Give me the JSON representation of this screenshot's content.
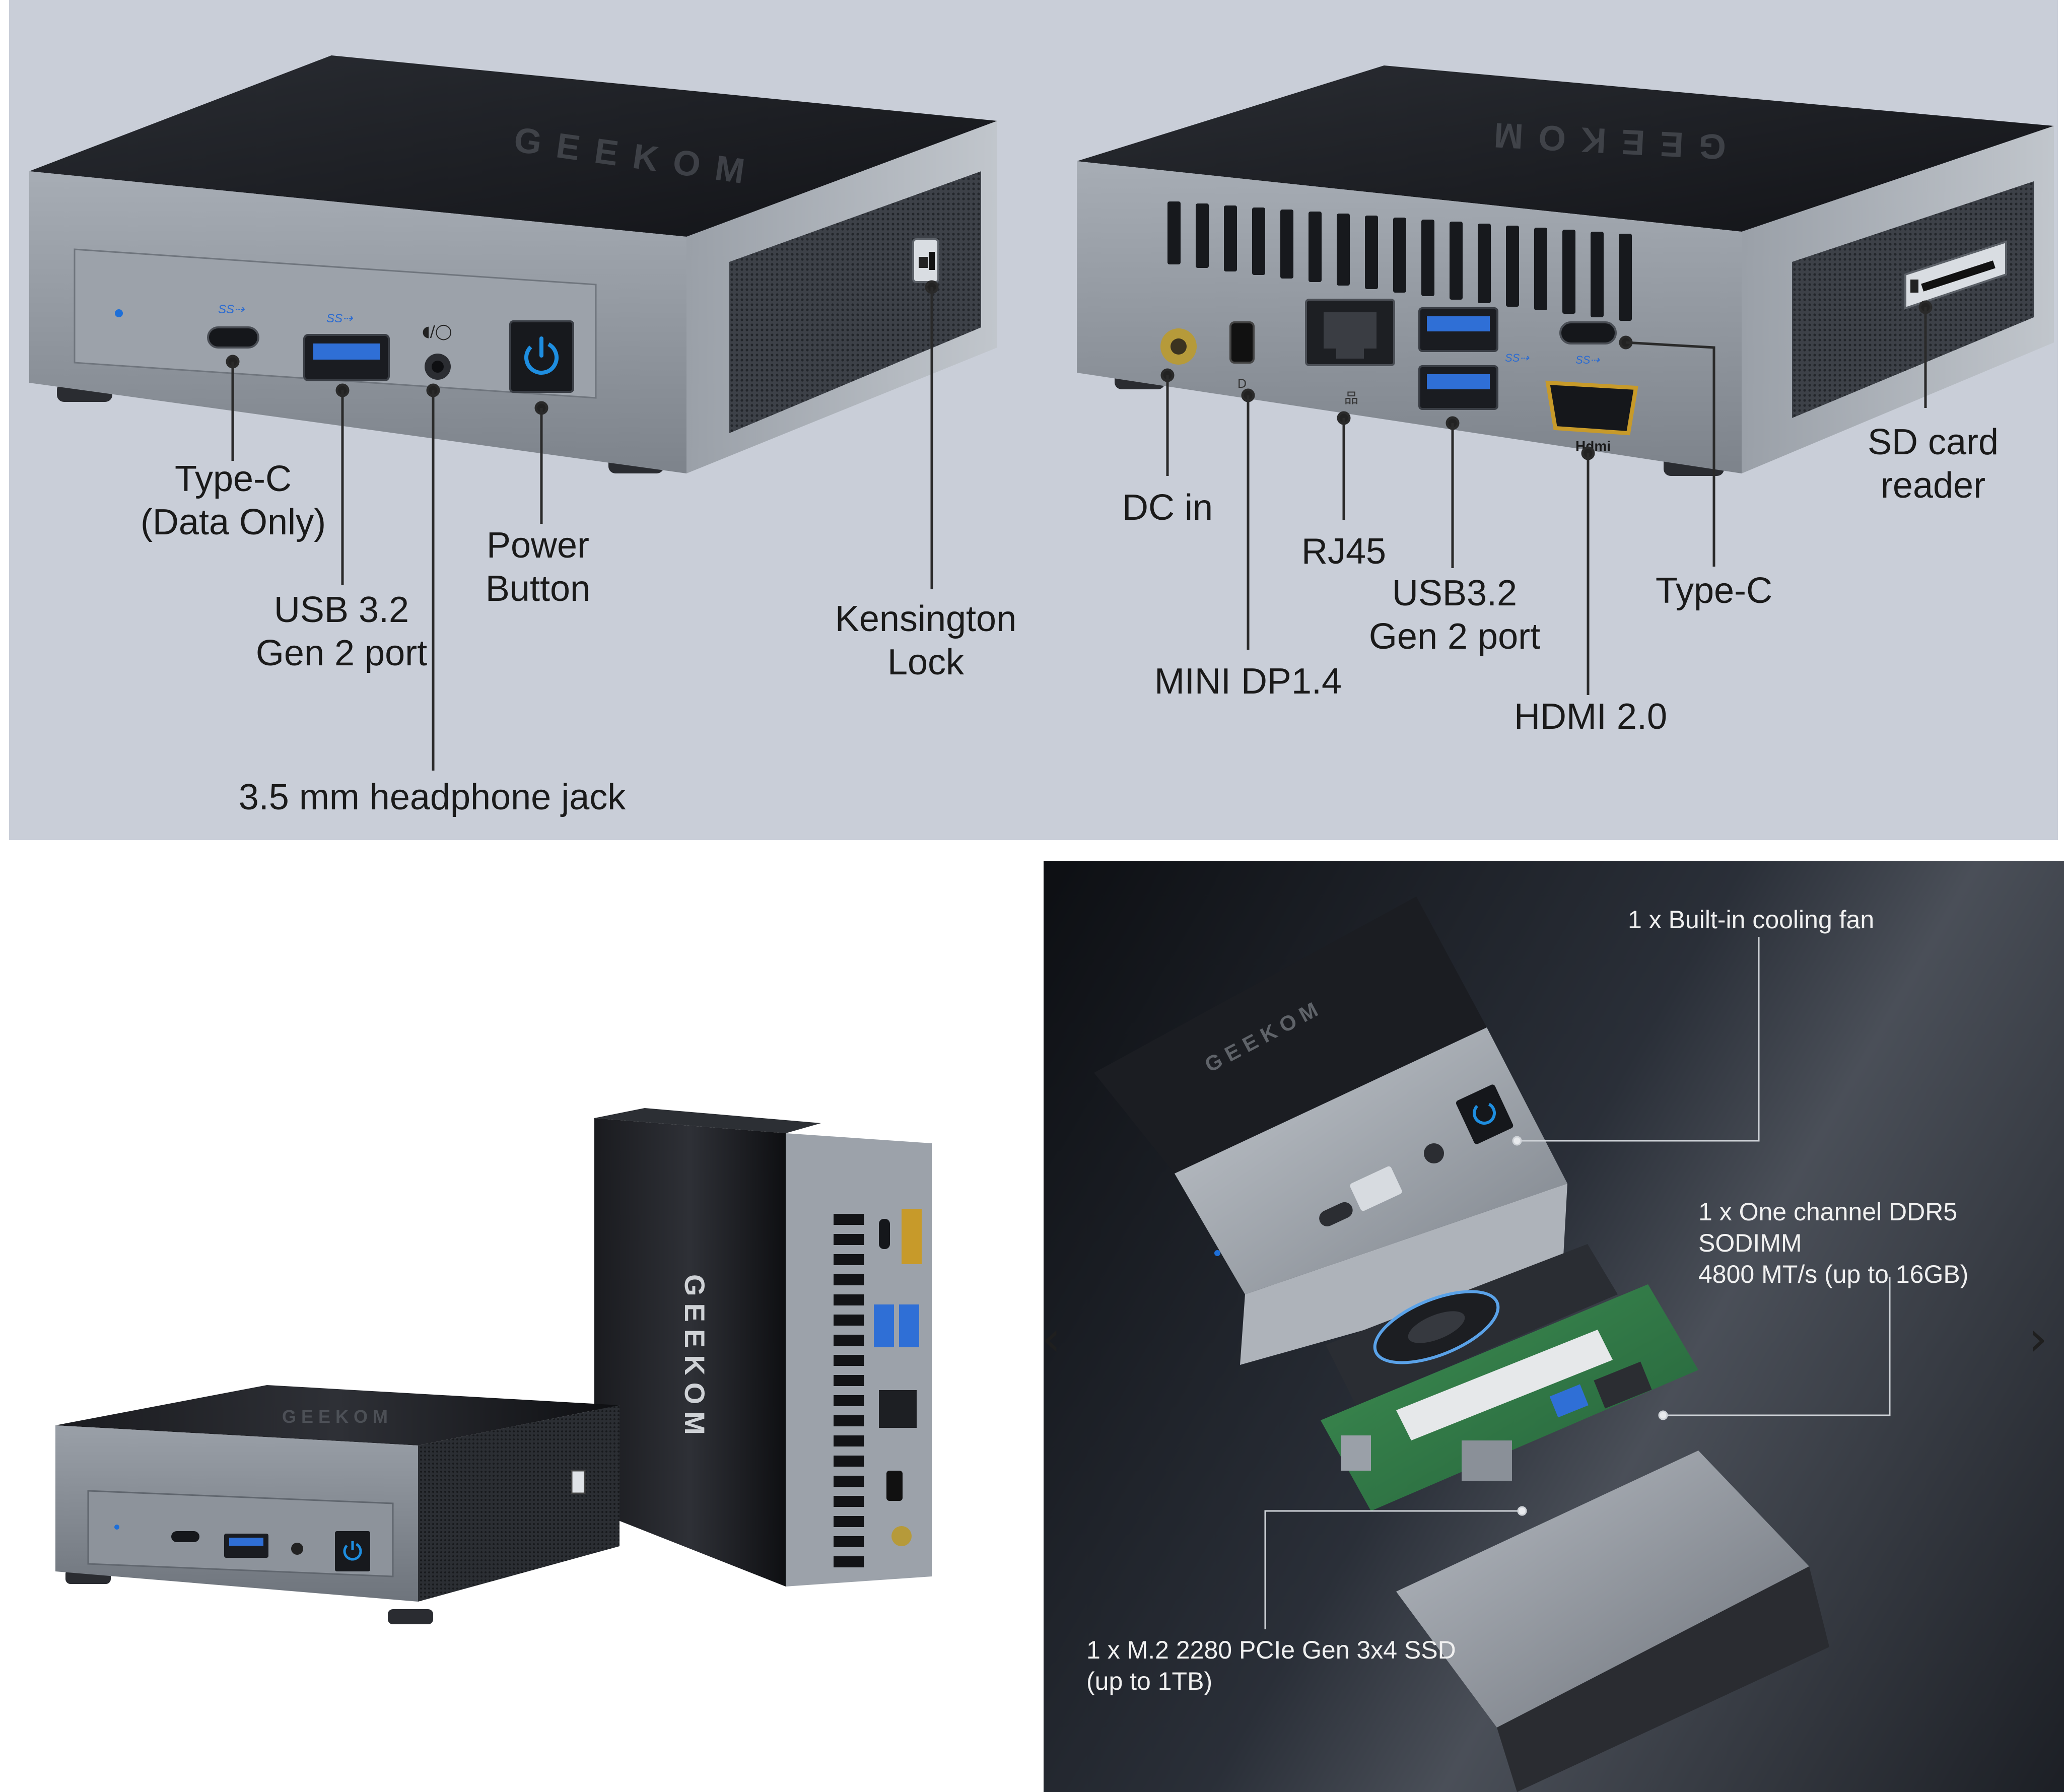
{
  "brand": "GEEKOM",
  "front_panel": {
    "callouts": {
      "type_c": "Type-C\n(Data Only)",
      "usb": "USB 3.2\nGen 2 port",
      "headphone": "3.5 mm headphone jack",
      "power": "Power\nButton",
      "kensington": "Kensington\nLock"
    }
  },
  "rear_panel": {
    "callouts": {
      "dc_in": "DC in",
      "mini_dp": "MINI DP1.4",
      "rj45": "RJ45",
      "usb": "USB3.2\nGen 2 port",
      "hdmi": "HDMI 2.0",
      "type_c": "Type-C",
      "sd_card": "SD card\nreader"
    }
  },
  "exploded_view": {
    "labels": {
      "fan": "1 x Built-in cooling fan",
      "memory": "1 x One channel DDR5 SODIMM\n4800 MT/s (up to 16GB)",
      "ssd": "1 x M.2 2280 PCIe Gen 3x4 SSD\n(up to 1TB)"
    },
    "nav": {
      "prev": "‹",
      "next": "›"
    }
  },
  "icons": [
    "power-icon",
    "usb-ss-logo-icon",
    "headphone-icon",
    "lock-icon",
    "sd-card-icon",
    "hdmi-logo-icon",
    "network-icon",
    "displayport-icon"
  ],
  "colors": {
    "panel_bg": "#c9ced8",
    "case_top": "#1b1d22",
    "case_side": "#8e949c",
    "usb_blue": "#2f6fd6",
    "power_blue": "#1e8ee0",
    "exploded_bg": "#23272f"
  }
}
